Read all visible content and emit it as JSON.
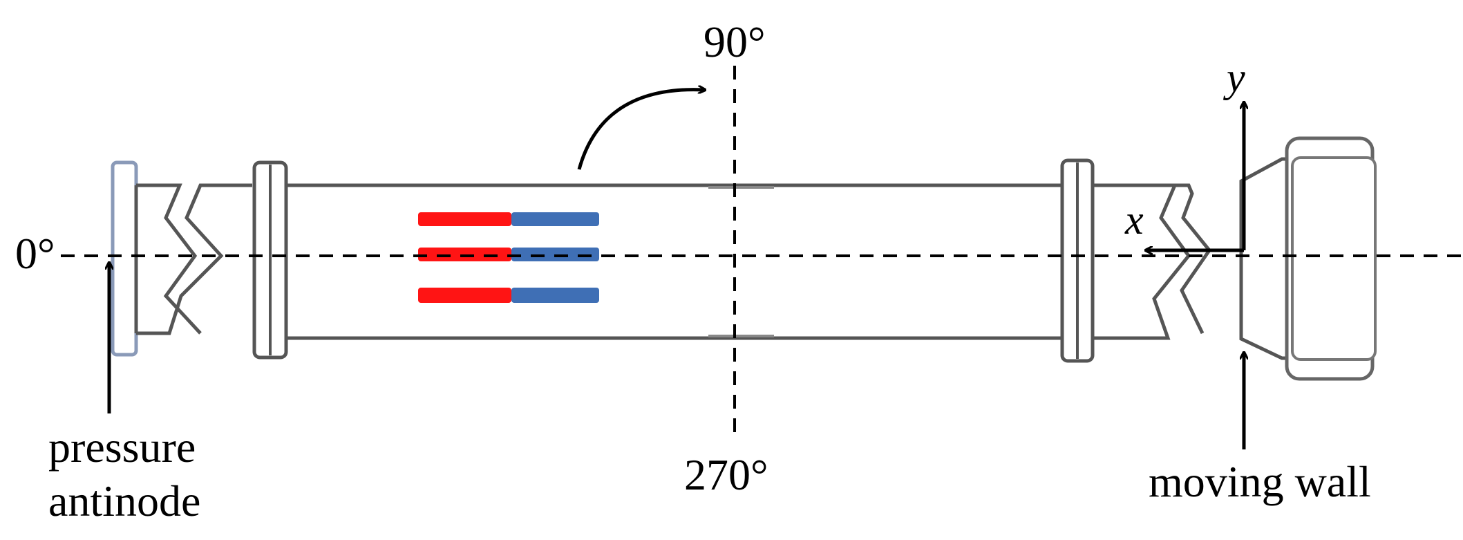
{
  "labels": {
    "angle_top": "90°",
    "angle_bottom": "270°",
    "angle_left": "0°",
    "axis_x": "x",
    "axis_y": "y",
    "pressure_line1": "pressure",
    "pressure_line2": "antinode",
    "moving_wall": "moving wall"
  },
  "colors": {
    "red": "#ff1414",
    "blue": "#3f6fb5"
  }
}
